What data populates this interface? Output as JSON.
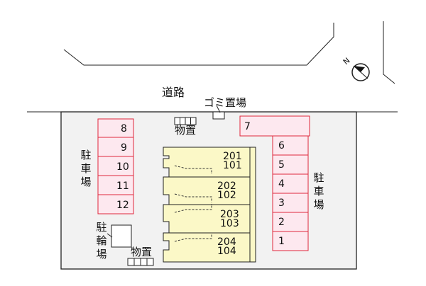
{
  "colors": {
    "lot": "#f2f2f2",
    "parking_fill": "#fde8ef",
    "parking_stroke": "#e0283c",
    "building_fill": "#fbf8c7",
    "line": "#222222"
  },
  "labels": {
    "road": "道路",
    "garbage": "ゴミ置場",
    "storage_top": "物置",
    "storage_bottom": "物置",
    "parking_left": "駐車場",
    "parking_right": "駐車場",
    "bike_parking": "駐輪場"
  },
  "compass": {
    "label": "N",
    "icon": "north-arrow-icon"
  },
  "parking_left": [
    "8",
    "9",
    "10",
    "11",
    "12"
  ],
  "parking_right_top": "7",
  "parking_right": [
    "6",
    "5",
    "4",
    "3",
    "2",
    "1"
  ],
  "units": [
    {
      "upper": "201",
      "lower": "101"
    },
    {
      "upper": "202",
      "lower": "102"
    },
    {
      "upper": "203",
      "lower": "103"
    },
    {
      "upper": "204",
      "lower": "104"
    }
  ]
}
